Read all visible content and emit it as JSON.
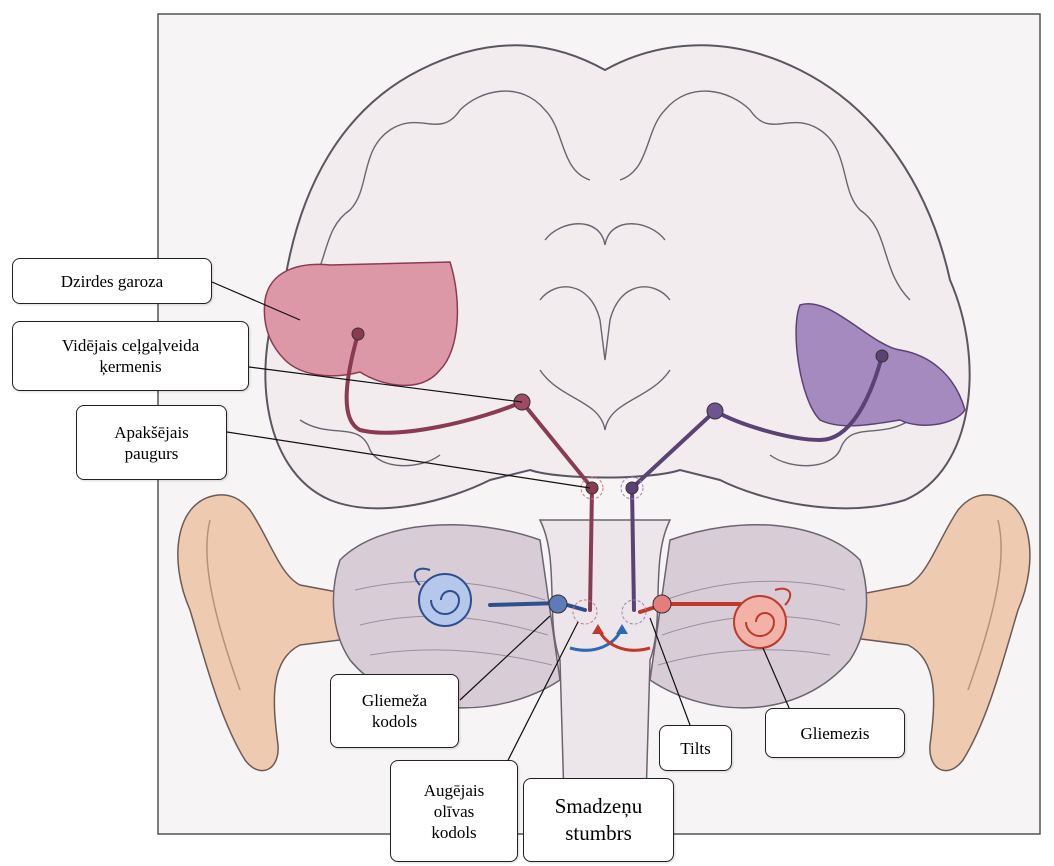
{
  "labels": {
    "auditory_cortex": [
      "Dzirdes garoza"
    ],
    "medial_geniculate": [
      "Vidējais ceļgaļveida",
      "ķermenis"
    ],
    "inferior_colliculus": [
      "Apakšējais",
      "paugurs"
    ],
    "cochlear_nucleus": [
      "Gliemeža",
      "kodols"
    ],
    "superior_olive": [
      "Augējais",
      "olīvas",
      "kodols"
    ],
    "brainstem": [
      "Smadzeņu",
      "stumbrs"
    ],
    "pons": [
      "Tilts"
    ],
    "cochlea": [
      "Gliemezis"
    ]
  },
  "colors": {
    "left_pathway": "#8a3b52",
    "right_pathway": "#5b4275",
    "left_cortex": "#d98b9c",
    "right_cortex": "#8f6aa6",
    "blue_pathway": "#2e4f8e",
    "ear": "#e9c2a4",
    "brain_fill": "#f5f0f2",
    "outline": "#5b5560"
  }
}
